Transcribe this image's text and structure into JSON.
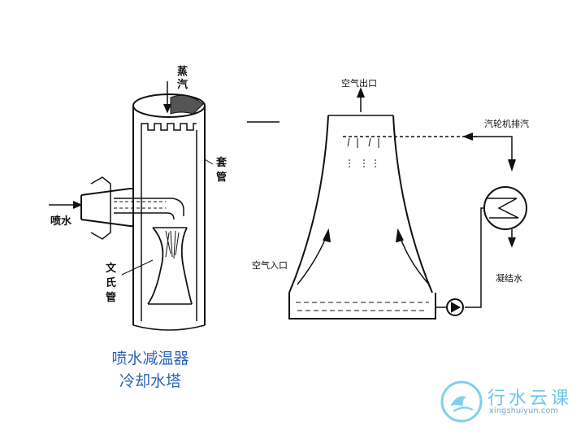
{
  "desuperheater": {
    "steam_label_1": "蒸",
    "steam_label_2": "汽",
    "sleeve_label_1": "套",
    "sleeve_label_2": "管",
    "spray_label": "喷水",
    "venturi_label_1": "文",
    "venturi_label_2": "氏",
    "venturi_label_3": "管"
  },
  "tower": {
    "air_outlet": "空气出口",
    "turbine_exhaust": "汽轮机排汽",
    "air_inlet": "空气入口",
    "condensate": "凝结水"
  },
  "captions": {
    "line1": "喷水减温器",
    "line2": "冷却水塔"
  },
  "logo": {
    "text": "行水云课",
    "url_text": "xingshuiyun.com",
    "color": "#6ec6e6"
  }
}
